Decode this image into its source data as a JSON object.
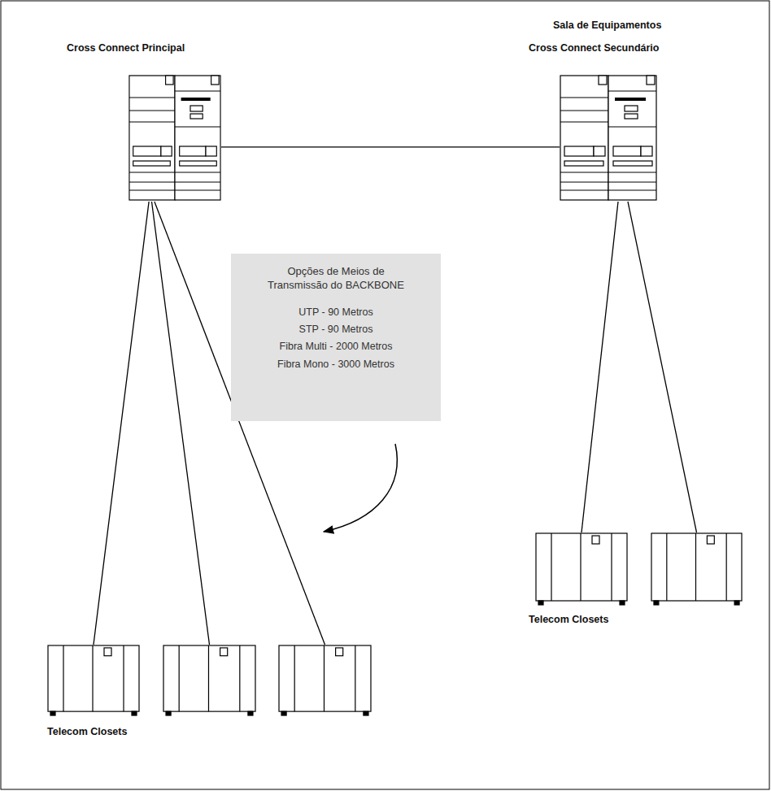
{
  "diagram": {
    "nodes": [
      {
        "text": [
          "Cross Connect Principal"
        ]
      },
      {
        "text": [
          "Cross Connect Secundário"
        ]
      },
      {
        "text": [
          "Telecom Closets"
        ]
      },
      {
        "text": []
      },
      {
        "text": []
      },
      {
        "text": [
          "Telecom Closets"
        ]
      },
      {
        "text": []
      },
      {
        "text": [
          "Opções de Meios de Transmissão do BACKBONE",
          "UTP - 90 Metros",
          "STP - 90 Metros",
          "Fibra Multi - 2000 Metros",
          "Fibra Mono - 3000 Metros"
        ]
      }
    ],
    "edges": [
      {
        "from": 0,
        "to": 1,
        "arrow": "none"
      },
      {
        "from": 0,
        "to": 2,
        "arrow": "none"
      },
      {
        "from": 0,
        "to": 3,
        "arrow": "none"
      },
      {
        "from": 0,
        "to": 4,
        "arrow": "none"
      },
      {
        "from": 1,
        "to": 5,
        "arrow": "none"
      },
      {
        "from": 1,
        "to": 6,
        "arrow": "none"
      }
    ],
    "labels": [
      "Sala de Equipamentos"
    ]
  }
}
